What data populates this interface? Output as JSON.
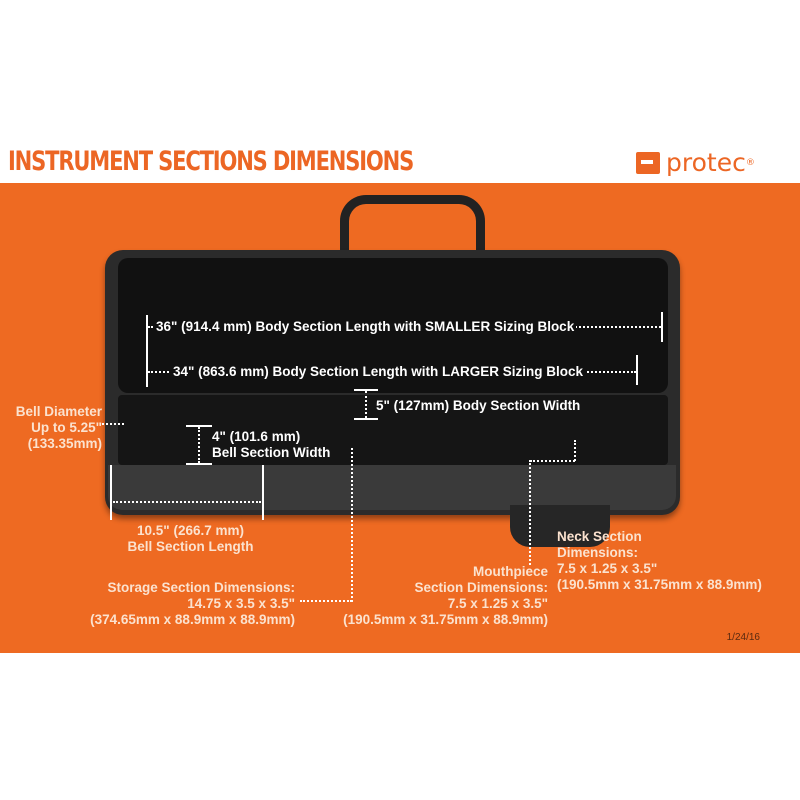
{
  "header": {
    "title": "INSTRUMENT SECTIONS DIMENSIONS",
    "brand": "protec",
    "brand_mark": "®"
  },
  "labels": {
    "body_36": "36\" (914.4 mm) Body Section Length with SMALLER Sizing Block",
    "body_34": "34\" (863.6 mm) Body Section Length with LARGER Sizing Block",
    "body_width": "5\" (127mm) Body Section Width",
    "bell_width": [
      "4\" (101.6 mm)",
      "Bell Section Width"
    ],
    "bell_diameter": [
      "Bell Diameter",
      "Up to 5.25\"",
      "(133.35mm)"
    ],
    "bell_length": [
      "10.5\" (266.7 mm)",
      "Bell Section Length"
    ],
    "storage": [
      "Storage Section Dimensions:",
      "14.75 x 3.5 x 3.5\"",
      "(374.65mm x 88.9mm x 88.9mm)"
    ],
    "mouthpiece": [
      "Mouthpiece",
      "Section Dimensions:",
      "7.5 x 1.25 x 3.5\"",
      "(190.5mm x 31.75mm x 88.9mm)"
    ],
    "neck": [
      "Neck Section",
      "Dimensions:",
      "7.5 x 1.25 x 3.5\"",
      "(190.5mm x 31.75mm x 88.9mm)"
    ]
  },
  "date": "1/24/16"
}
